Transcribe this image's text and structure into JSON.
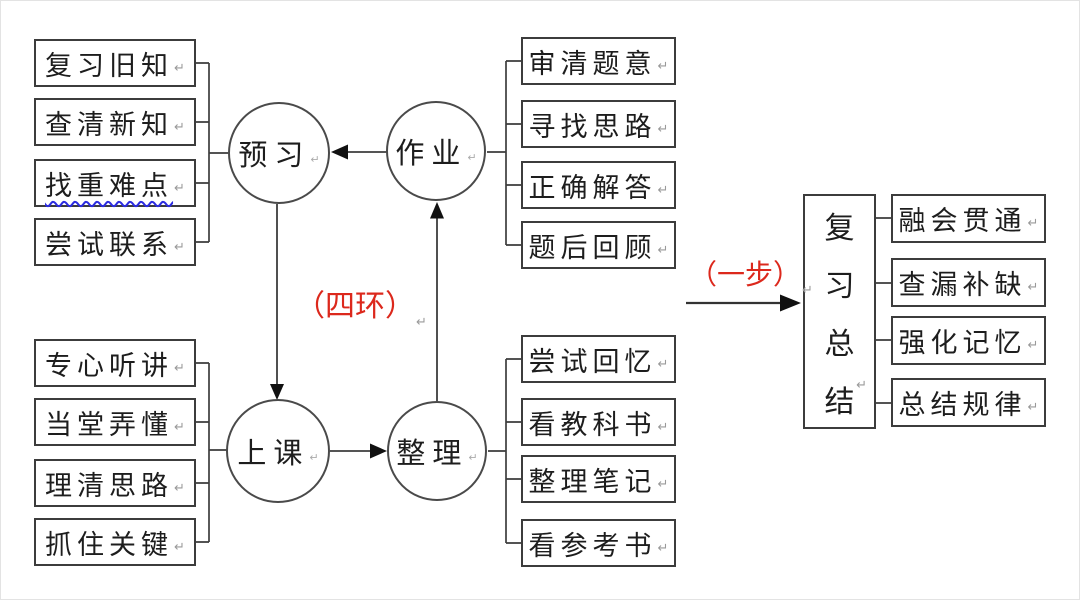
{
  "diagram": {
    "title_semantics": "study-method-cycle",
    "nodes": {
      "preview": "预习",
      "homework": "作业",
      "attend_class": "上课",
      "organize": "整理",
      "review_chars": [
        "复",
        "习",
        "总",
        "结"
      ]
    },
    "preview_items": [
      "复习旧知",
      "查清新知",
      "找重难点",
      "尝试联系"
    ],
    "homework_items": [
      "审清题意",
      "寻找思路",
      "正确解答",
      "题后回顾"
    ],
    "class_items": [
      "专心听讲",
      "当堂弄懂",
      "理清思路",
      "抓住关键"
    ],
    "organize_items": [
      "尝试回忆",
      "看教科书",
      "整理笔记",
      "看参考书"
    ],
    "review_items": [
      "融会贯通",
      "查漏补缺",
      "强化记忆",
      "总结规律"
    ],
    "annotations": {
      "four_rings": "（四环）",
      "one_step": "（一步）"
    },
    "marks": {
      "return": "↵"
    },
    "colors": {
      "annotation_red": "#dc281c",
      "line": "#3d3d3d",
      "wavy_underline": "#2b2be0",
      "box_border": "#3c3c3c"
    }
  }
}
